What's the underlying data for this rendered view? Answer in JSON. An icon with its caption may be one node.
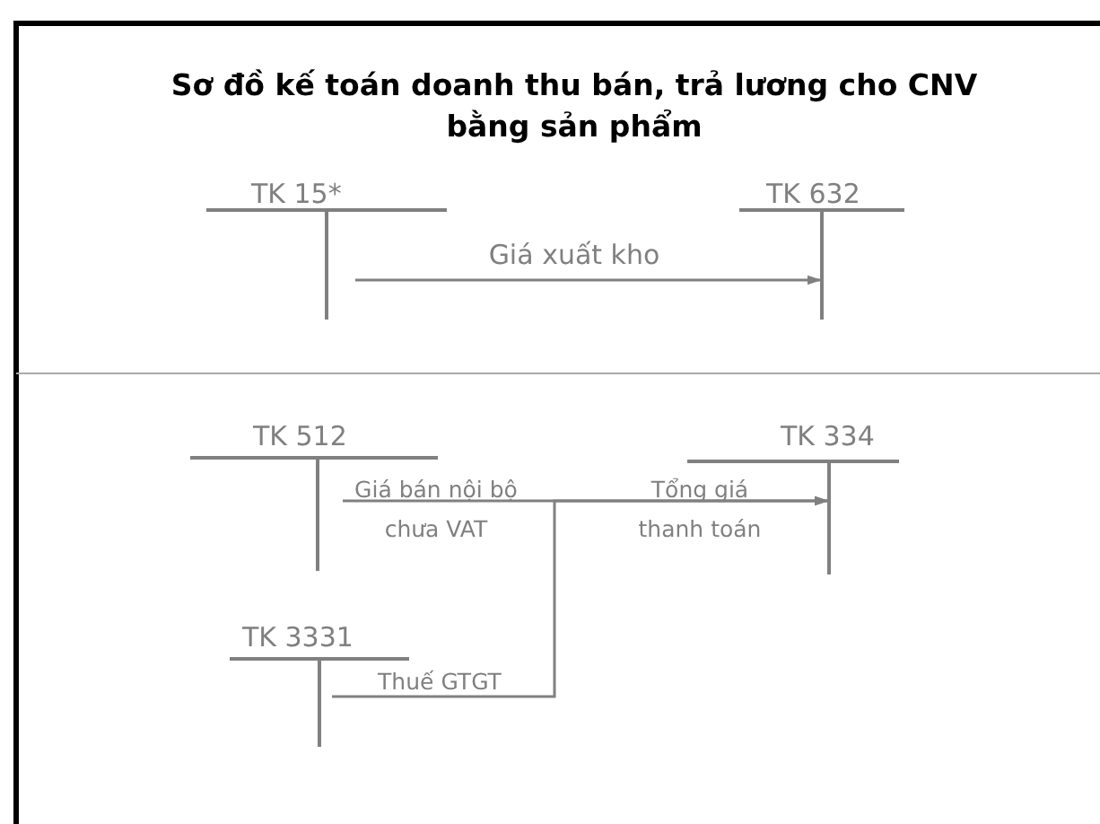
{
  "diagram": {
    "title": "Sơ đồ kế toán doanh thu bán, trả lương cho CNV bằng sản phẩm",
    "nodes": [
      {
        "text": [
          "TK 15*"
        ]
      },
      {
        "text": [
          "TK 632"
        ]
      },
      {
        "text": [
          "TK 512"
        ]
      },
      {
        "text": [
          "TK 334"
        ]
      },
      {
        "text": [
          "TK 3331"
        ]
      }
    ],
    "edges": [
      {
        "from": 0,
        "to": 1,
        "arrow": "to",
        "label": "Giá xuất kho"
      },
      {
        "from": 2,
        "to": 3,
        "arrow": "to",
        "label": "Giá bán nội bộ chưa VAT"
      },
      {
        "from": 4,
        "to": 3,
        "arrow": "to",
        "label": "Thuế GTGT"
      }
    ],
    "labels": [
      "Tổng giá thanh toán"
    ]
  }
}
